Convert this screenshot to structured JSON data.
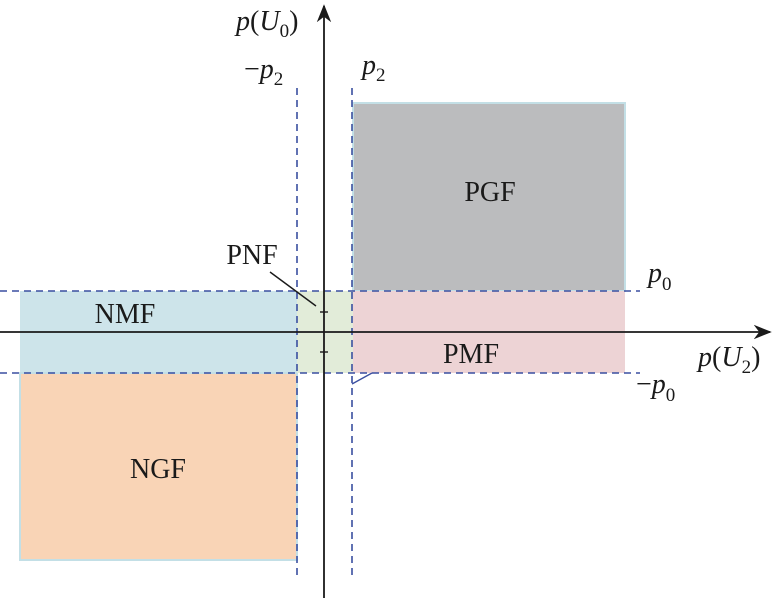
{
  "axes": {
    "y_label": {
      "p": "p",
      "open": "(",
      "var": "U",
      "sub": "0",
      "close": ")"
    },
    "x_label": {
      "p": "p",
      "open": "(",
      "var": "U",
      "sub": "2",
      "close": ")"
    }
  },
  "thresholds": {
    "neg_p2": {
      "minus": "−",
      "p": "p",
      "sub": "2"
    },
    "p2": {
      "p": "p",
      "sub": "2"
    },
    "p0": {
      "p": "p",
      "sub": "0"
    },
    "neg_p0": {
      "minus": "−",
      "p": "p",
      "sub": "0"
    }
  },
  "regions": {
    "pgf": {
      "label": "PGF",
      "color": "#bbbcbe"
    },
    "pmf": {
      "label": "PMF",
      "color": "#edd3d5"
    },
    "nmf": {
      "label": "NMF",
      "color": "#cde4ea"
    },
    "ngf": {
      "label": "NGF",
      "color": "#f9d4b6"
    },
    "pnf": {
      "label": "PNF",
      "color": "#e2ecd9"
    }
  },
  "colors": {
    "dashed_line": "#3a4fa0",
    "axis": "#1a1a1a",
    "region_border": "#c3dfe6"
  }
}
